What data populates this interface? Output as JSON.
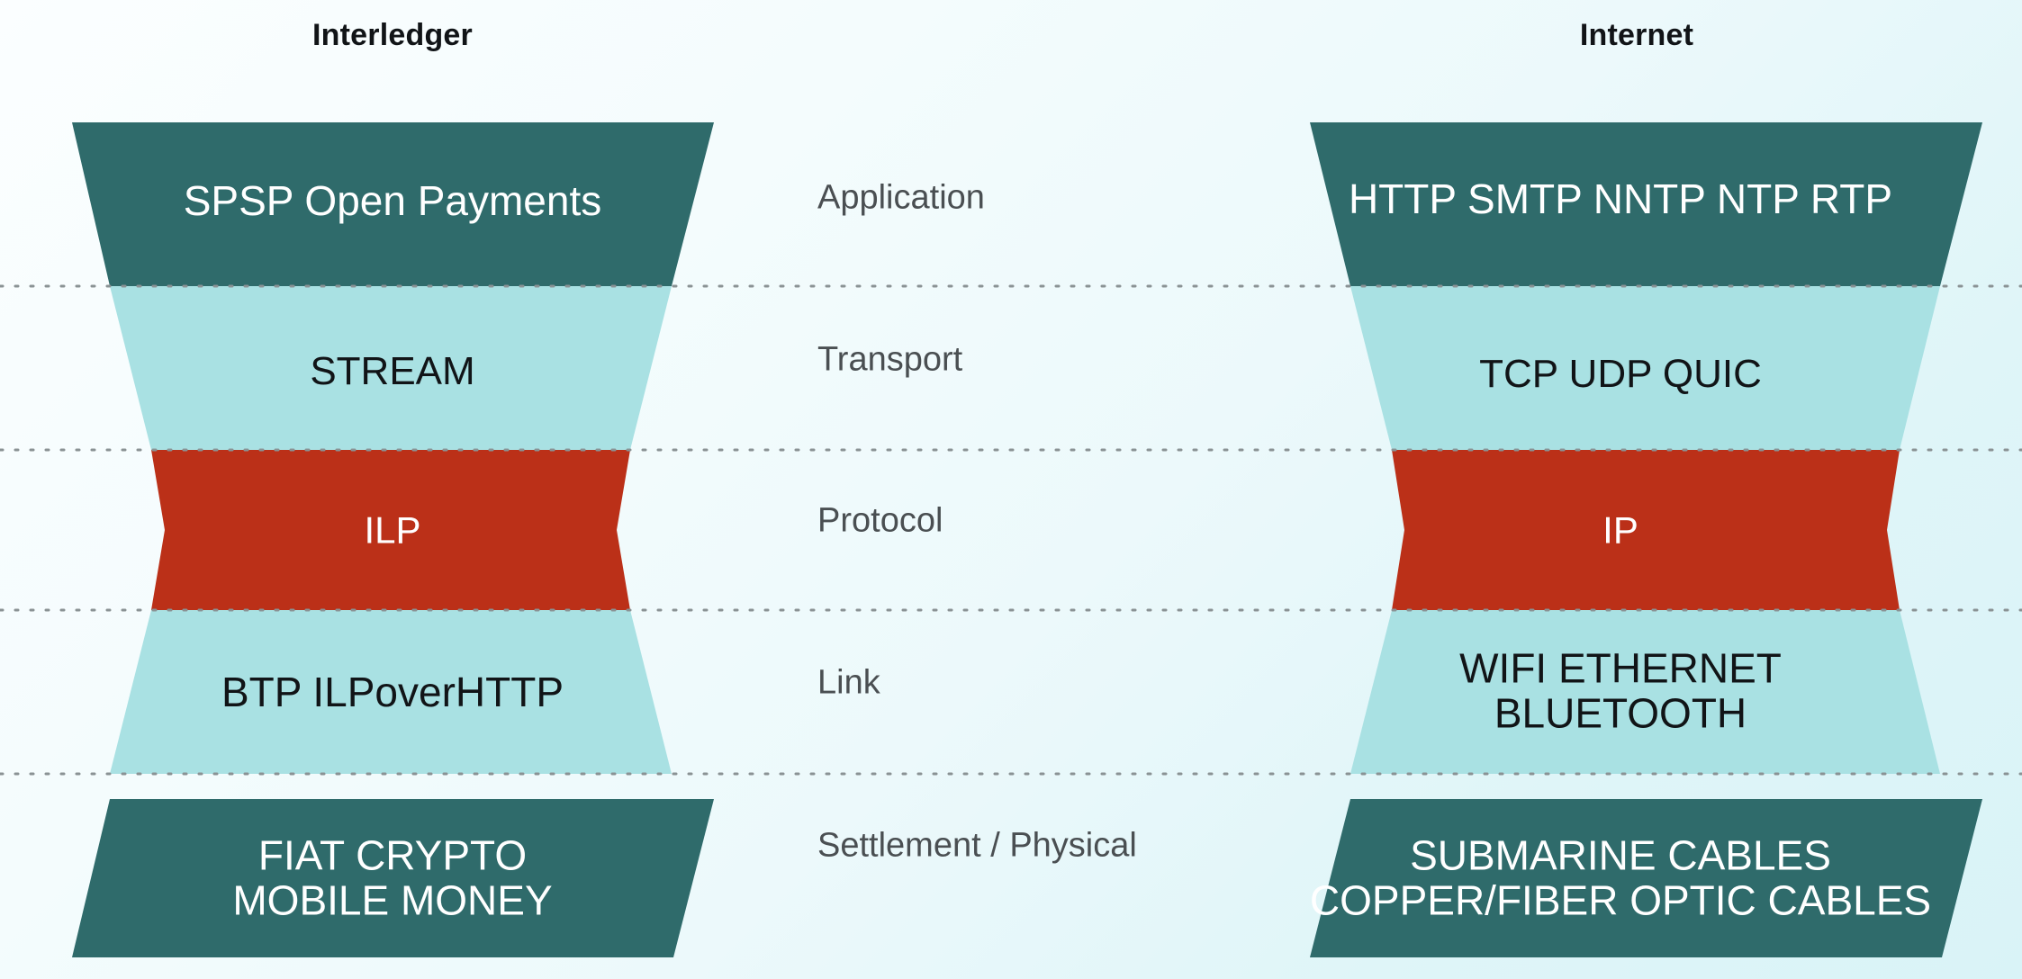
{
  "diagram": {
    "kind": "layered-stack-comparison",
    "columns": {
      "left_title": "Interledger",
      "right_title": "Internet"
    },
    "colors": {
      "dark_teal": "#2f6b6b",
      "light_teal": "#a9e1e3",
      "accent_red": "#bb3018",
      "background_light": "#fbfeff",
      "background_tint": "#d9f3f7",
      "label_grey": "#4a4f52",
      "title_black": "#111417",
      "divider_grey": "#8a9294"
    },
    "layers": [
      {
        "name": "application",
        "middle_label": "Application",
        "fill": "dark",
        "left": {
          "text": "SPSP   Open Payments",
          "text_color": "light"
        },
        "right": {
          "text": "HTTP  SMTP  NNTP  NTP  RTP",
          "text_color": "light"
        }
      },
      {
        "name": "transport",
        "middle_label": "Transport",
        "fill": "light",
        "left": {
          "text": "STREAM",
          "text_color": "dark"
        },
        "right": {
          "text": "TCP  UDP  QUIC",
          "text_color": "dark"
        }
      },
      {
        "name": "protocol",
        "middle_label": "Protocol",
        "fill": "red",
        "left": {
          "text": "ILP",
          "text_color": "light"
        },
        "right": {
          "text": "IP",
          "text_color": "light"
        }
      },
      {
        "name": "link",
        "middle_label": "Link",
        "fill": "light",
        "left": {
          "text": "BTP  ILPoverHTTP",
          "text_color": "dark"
        },
        "right": {
          "line1": "WIFI   ETHERNET",
          "line2": "BLUETOOTH",
          "text_color": "dark"
        }
      },
      {
        "name": "settlement-physical",
        "middle_label": "Settlement / Physical",
        "fill": "dark",
        "left": {
          "line1": "FIAT   CRYPTO",
          "line2": "MOBILE MONEY",
          "text_color": "light"
        },
        "right": {
          "line1": "SUBMARINE CABLES",
          "line2": "COPPER/FIBER OPTIC CABLES",
          "text_color": "light"
        }
      }
    ],
    "dividers": {
      "count": 4,
      "style": "dotted"
    }
  }
}
